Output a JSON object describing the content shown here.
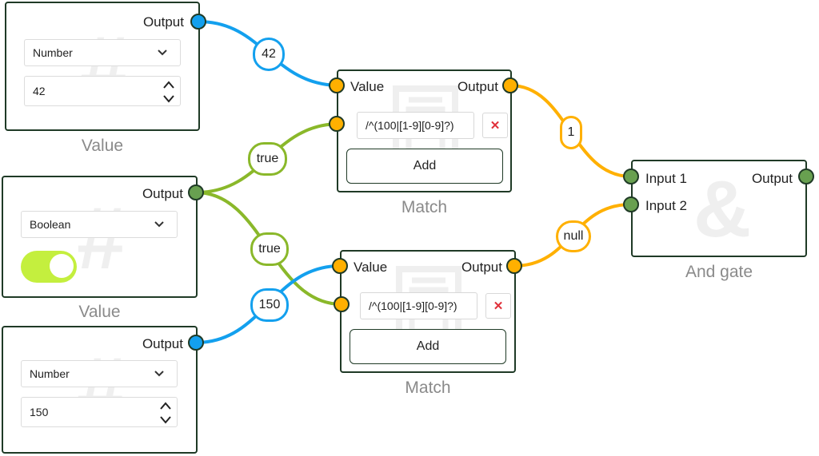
{
  "colors": {
    "blue_wire": "#13a0ee",
    "green_wire": "#8ab82a",
    "orange_wire": "#ffb000",
    "node_border": "#1f3a26",
    "toggle_on": "#c4ef3e"
  },
  "value_node_1": {
    "title": "Value",
    "output_label": "Output",
    "type_select": "Number",
    "value": "42",
    "watermark": "#"
  },
  "value_node_2": {
    "title": "Value",
    "output_label": "Output",
    "type_select": "Boolean",
    "toggle_on": true,
    "watermark": "#"
  },
  "value_node_3": {
    "title": "Value",
    "output_label": "Output",
    "type_select": "Number",
    "value": "150",
    "watermark": "#"
  },
  "match_node_1": {
    "title": "Match",
    "value_label": "Value",
    "output_label": "Output",
    "regex": "/^(100|[1-9][0-9]?)",
    "delete_label": "✕",
    "add_label": "Add"
  },
  "match_node_2": {
    "title": "Match",
    "value_label": "Value",
    "output_label": "Output",
    "regex": "/^(100|[1-9][0-9]?)",
    "delete_label": "✕",
    "add_label": "Add"
  },
  "and_gate": {
    "title": "And gate",
    "input1_label": "Input 1",
    "input2_label": "Input 2",
    "output_label": "Output",
    "watermark": "&"
  },
  "wires": {
    "w42": "42",
    "wtrue1": "true",
    "wtrue2": "true",
    "w150": "150",
    "w1": "1",
    "wnull": "null"
  }
}
